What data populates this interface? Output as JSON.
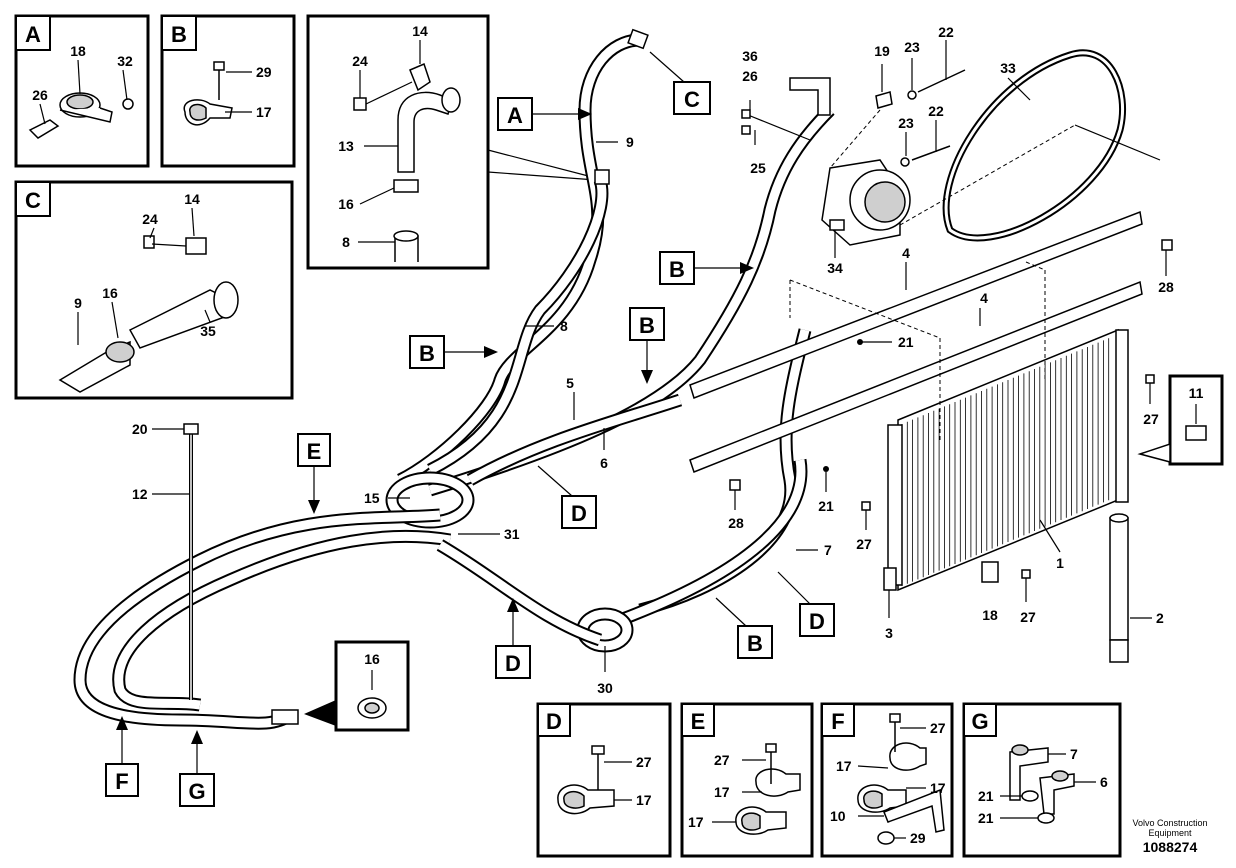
{
  "detail_labels": [
    "A",
    "B",
    "C",
    "D",
    "E",
    "F",
    "G"
  ],
  "callouts": {
    "A": "A",
    "B": "B",
    "C": "C",
    "D": "D",
    "E": "E",
    "F": "F",
    "G": "G"
  },
  "parts": {
    "p1": "1",
    "p2": "2",
    "p3": "3",
    "p4": "4",
    "p5": "5",
    "p6": "6",
    "p7": "7",
    "p8": "8",
    "p9": "9",
    "p10": "10",
    "p11": "11",
    "p12": "12",
    "p13": "13",
    "p14": "14",
    "p15": "15",
    "p16": "16",
    "p17": "17",
    "p18": "18",
    "p19": "19",
    "p20": "20",
    "p21": "21",
    "p22": "22",
    "p23": "23",
    "p24": "24",
    "p25": "25",
    "p26": "26",
    "p27": "27",
    "p28": "28",
    "p29": "29",
    "p30": "30",
    "p31": "31",
    "p32": "32",
    "p33": "33",
    "p34": "34",
    "p35": "35",
    "p36": "36"
  },
  "footer": {
    "company_line1": "Volvo Construction",
    "company_line2": "Equipment",
    "drawing_number": "1088274"
  }
}
